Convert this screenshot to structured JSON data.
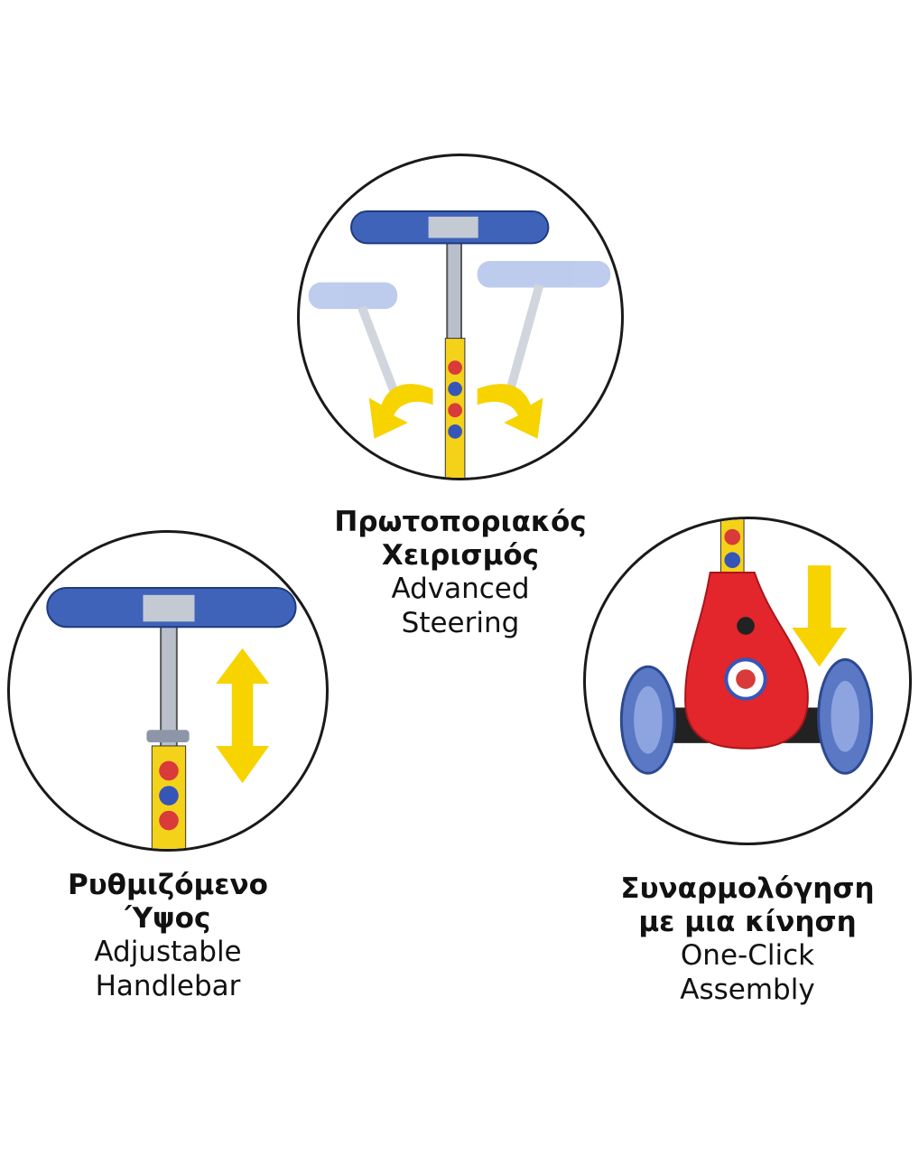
{
  "features": {
    "steering": {
      "title_gr_1": "Πρωτοποριακός",
      "title_gr_2": "Χειρισμός",
      "title_en_1": "Advanced",
      "title_en_2": "Steering"
    },
    "height": {
      "title_gr_1": "Ρυθμιζόμενο",
      "title_gr_2": "Ύψος",
      "title_en_1": "Adjustable",
      "title_en_2": "Handlebar"
    },
    "assembly": {
      "title_gr_1": "Συναρμολόγηση",
      "title_gr_2": "με μια κίνηση",
      "title_en_1": "One-Click",
      "title_en_2": "Assembly"
    }
  },
  "colors": {
    "grip_blue": "#3f63b8",
    "arrow_yellow": "#f7d300",
    "deck_red": "#e2262b",
    "wheel_blue": "#5a78c4"
  }
}
